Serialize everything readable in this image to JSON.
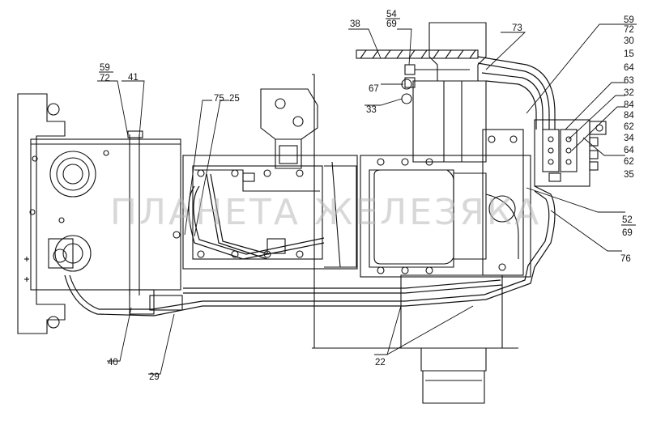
{
  "watermark": "ПЛАНЕТА ЖЕЛЕЗЯКА",
  "callouts": [
    {
      "id": "c38",
      "text": "38"
    },
    {
      "id": "c54",
      "text": "54"
    },
    {
      "id": "c69a",
      "text": "69"
    },
    {
      "id": "c73",
      "text": "73"
    },
    {
      "id": "c59a",
      "text": "59"
    },
    {
      "id": "c72a",
      "text": "72"
    },
    {
      "id": "c30",
      "text": "30"
    },
    {
      "id": "c15",
      "text": "15"
    },
    {
      "id": "c64a",
      "text": "64"
    },
    {
      "id": "c63",
      "text": "63"
    },
    {
      "id": "c32",
      "text": "32"
    },
    {
      "id": "c84a",
      "text": "84"
    },
    {
      "id": "c84b",
      "text": "84"
    },
    {
      "id": "c62a",
      "text": "62"
    },
    {
      "id": "c34",
      "text": "34"
    },
    {
      "id": "c64b",
      "text": "64"
    },
    {
      "id": "c62b",
      "text": "62"
    },
    {
      "id": "c35",
      "text": "35"
    },
    {
      "id": "c52",
      "text": "52"
    },
    {
      "id": "c69b",
      "text": "69"
    },
    {
      "id": "c76",
      "text": "76"
    },
    {
      "id": "c67",
      "text": "67"
    },
    {
      "id": "c33",
      "text": "33"
    },
    {
      "id": "c59b",
      "text": "59"
    },
    {
      "id": "c72b",
      "text": "72"
    },
    {
      "id": "c41",
      "text": "41"
    },
    {
      "id": "c75",
      "text": "75"
    },
    {
      "id": "c25",
      "text": "25"
    },
    {
      "id": "c40",
      "text": "40"
    },
    {
      "id": "c29",
      "text": "29"
    },
    {
      "id": "c22",
      "text": "22"
    }
  ]
}
